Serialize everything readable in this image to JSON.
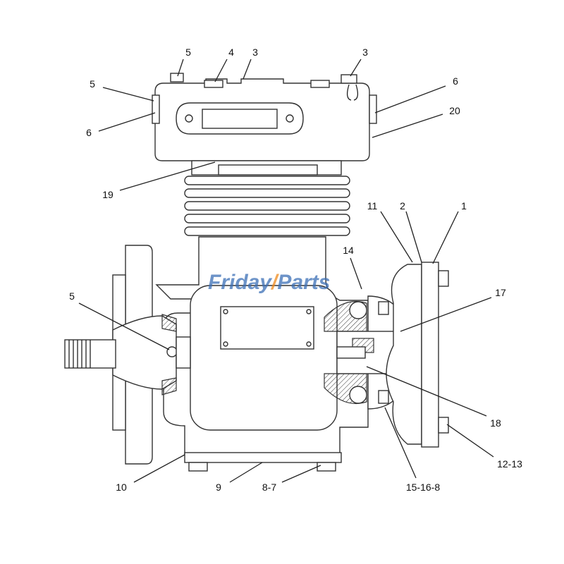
{
  "diagram": {
    "watermark": {
      "part1": "Friday",
      "part2": "Parts",
      "color": "#3b6fb6",
      "accent": "#f08a1c"
    },
    "labels": [
      "5",
      "4",
      "3",
      "3",
      "5",
      "6",
      "6",
      "20",
      "19",
      "11",
      "2",
      "1",
      "14",
      "17",
      "5",
      "18",
      "12-13",
      "15-16-8",
      "10",
      "9",
      "8-7"
    ]
  }
}
